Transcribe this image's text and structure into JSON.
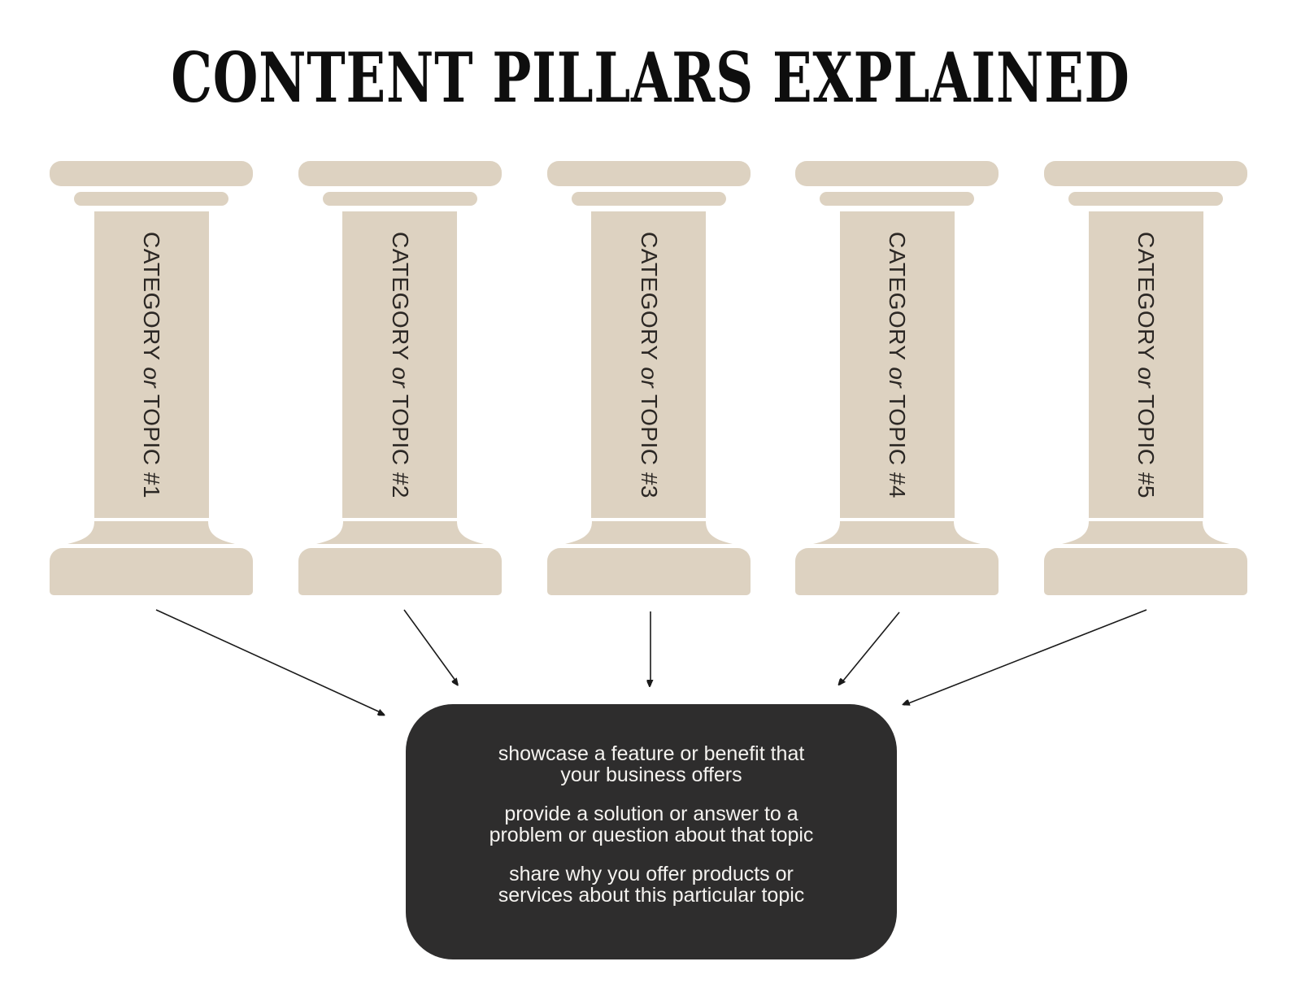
{
  "title": "CONTENT PILLARS EXPLAINED",
  "pillars": [
    {
      "label_start": "CATEGORY",
      "label_mid": "or",
      "label_end": "TOPIC #1"
    },
    {
      "label_start": "CATEGORY",
      "label_mid": "or",
      "label_end": "TOPIC #2"
    },
    {
      "label_start": "CATEGORY",
      "label_mid": "or",
      "label_end": "TOPIC #3"
    },
    {
      "label_start": "CATEGORY",
      "label_mid": "or",
      "label_end": "TOPIC #4"
    },
    {
      "label_start": "CATEGORY",
      "label_mid": "or",
      "label_end": "TOPIC #5"
    }
  ],
  "box": {
    "paragraphs": [
      {
        "line1": "showcase a feature or benefit that",
        "line2": "your business offers"
      },
      {
        "line1": "provide a solution or answer to a",
        "line2": "problem or question about that topic"
      },
      {
        "line1": "share why you offer products or",
        "line2": "services about this particular topic"
      }
    ]
  },
  "colors": {
    "pillar_fill": "#ddd2c1",
    "box_background": "#2e2d2d",
    "box_text": "#f5f3f0",
    "title_text": "#0e0e0e",
    "pillar_label_text": "#2b2724",
    "arrow": "#1a1a1a",
    "page_background": "#ffffff"
  }
}
